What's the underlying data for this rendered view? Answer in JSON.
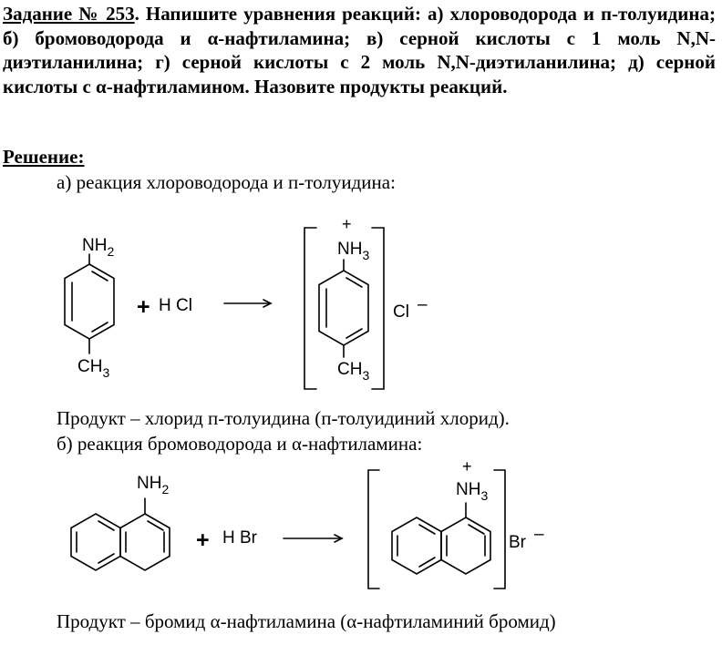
{
  "task": {
    "label": "Задание № 253",
    "text": ". Напишите уравнения реакций: а) хлороводорода и п-толуидина; б) бромоводорода и α-нафтиламина; в) серной кислоты с 1 моль N,N-диэтиланилина; г) серной кислоты с 2 моль N,N-диэтиланилина; д) серной кислоты с α-нафтиламином. Назовите продукты реакций."
  },
  "solution": {
    "title": "Решение:",
    "part_a": "а) реакция хлороводорода и п-толуидина:",
    "product_a": "Продукт – хлорид п-толуидина (п-толуидиний хлорид).",
    "part_b": "б) реакция бромоводорода и α-нафтиламина:",
    "product_b": "Продукт – бромид α-нафтиламина (α-нафтиламиний бромид)"
  },
  "scheme_a": {
    "amine_n": "NH",
    "amine_sub": "2",
    "methyl_c": "CH",
    "methyl_sub": "3",
    "plus": "+",
    "reagent": "H Cl",
    "cation_n": "NH",
    "cation_sub": "3",
    "charge_plus": "+",
    "methyl2_c": "CH",
    "methyl2_sub": "3",
    "anion": "Cl",
    "anion_charge": "–"
  },
  "scheme_b": {
    "amine_n": "NH",
    "amine_sub": "2",
    "plus": "+",
    "reagent": "H Br",
    "cation_n": "NH",
    "cation_sub": "3",
    "charge_plus": "+",
    "anion": "Br",
    "anion_charge": "–"
  }
}
